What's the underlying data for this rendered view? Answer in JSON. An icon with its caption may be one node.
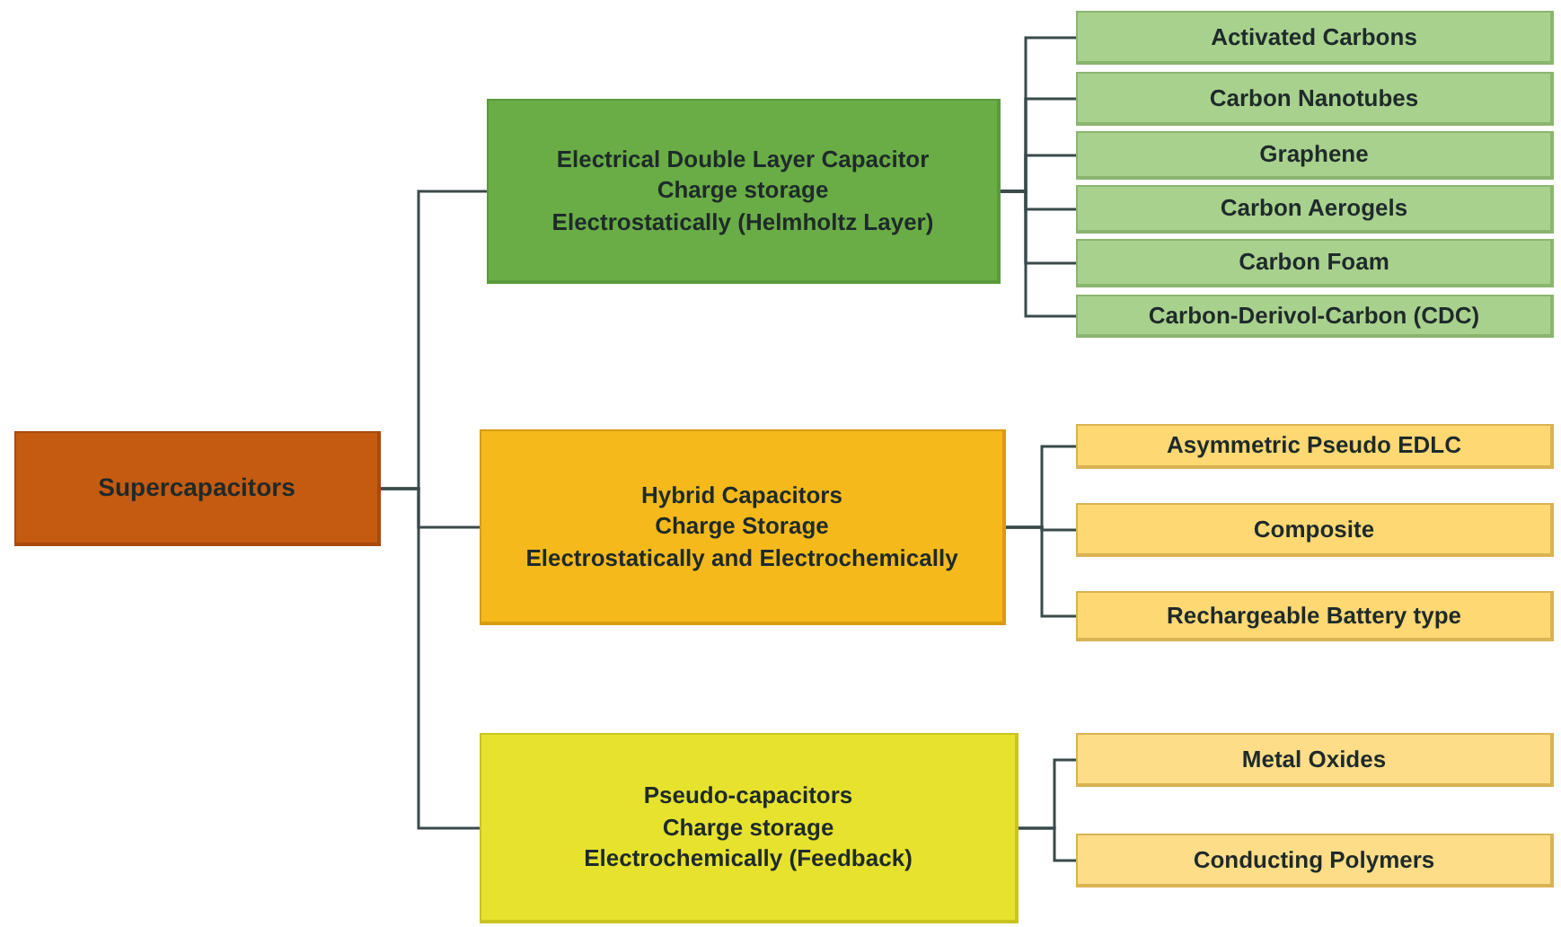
{
  "diagram": {
    "nodes": [
      {
        "text": [
          "Supercapacitors"
        ]
      },
      {
        "text": [
          "Electrical Double Layer Capacitor",
          "Charge storage",
          "Electrostatically (Helmholtz Layer)"
        ]
      },
      {
        "text": [
          "Activated Carbons"
        ]
      },
      {
        "text": [
          "Carbon Nanotubes"
        ]
      },
      {
        "text": [
          "Graphene"
        ]
      },
      {
        "text": [
          "Carbon Aerogels"
        ]
      },
      {
        "text": [
          "Carbon Foam"
        ]
      },
      {
        "text": [
          "Carbon-Derivol-Carbon (CDC)"
        ]
      },
      {
        "text": [
          "Hybrid Capacitors",
          "Charge Storage",
          "Electrostatically and Electrochemically"
        ]
      },
      {
        "text": [
          "Asymmetric Pseudo EDLC"
        ]
      },
      {
        "text": [
          "Composite"
        ]
      },
      {
        "text": [
          "Rechargeable Battery type"
        ]
      },
      {
        "text": [
          "Pseudo-capacitors",
          "Charge storage",
          "Electrochemically (Feedback)"
        ]
      },
      {
        "text": [
          "Metal Oxides"
        ]
      },
      {
        "text": [
          "Conducting Polymers"
        ]
      }
    ],
    "edges": [
      {
        "from": 0,
        "to": 1,
        "arrow": "none"
      },
      {
        "from": 0,
        "to": 8,
        "arrow": "none"
      },
      {
        "from": 0,
        "to": 12,
        "arrow": "none"
      },
      {
        "from": 1,
        "to": 2,
        "arrow": "none"
      },
      {
        "from": 1,
        "to": 3,
        "arrow": "none"
      },
      {
        "from": 1,
        "to": 4,
        "arrow": "none"
      },
      {
        "from": 1,
        "to": 5,
        "arrow": "none"
      },
      {
        "from": 1,
        "to": 6,
        "arrow": "none"
      },
      {
        "from": 1,
        "to": 7,
        "arrow": "none"
      },
      {
        "from": 8,
        "to": 9,
        "arrow": "none"
      },
      {
        "from": 8,
        "to": 10,
        "arrow": "none"
      },
      {
        "from": 8,
        "to": 11,
        "arrow": "none"
      },
      {
        "from": 12,
        "to": 13,
        "arrow": "none"
      },
      {
        "from": 12,
        "to": 14,
        "arrow": "none"
      }
    ]
  }
}
